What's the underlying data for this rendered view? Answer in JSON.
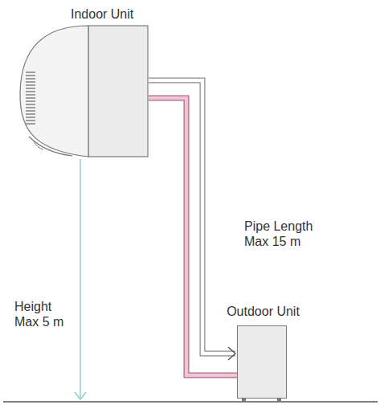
{
  "diagram": {
    "nodes": [
      {
        "text": [
          "Indoor Unit"
        ]
      },
      {
        "text": [
          "Outdoor Unit"
        ]
      }
    ],
    "edges": [
      {
        "from": 0,
        "to": 1,
        "arrow": "to",
        "label": "Pipe Length Max 15 m"
      }
    ],
    "labels": [
      "Height Max 5 m"
    ]
  }
}
